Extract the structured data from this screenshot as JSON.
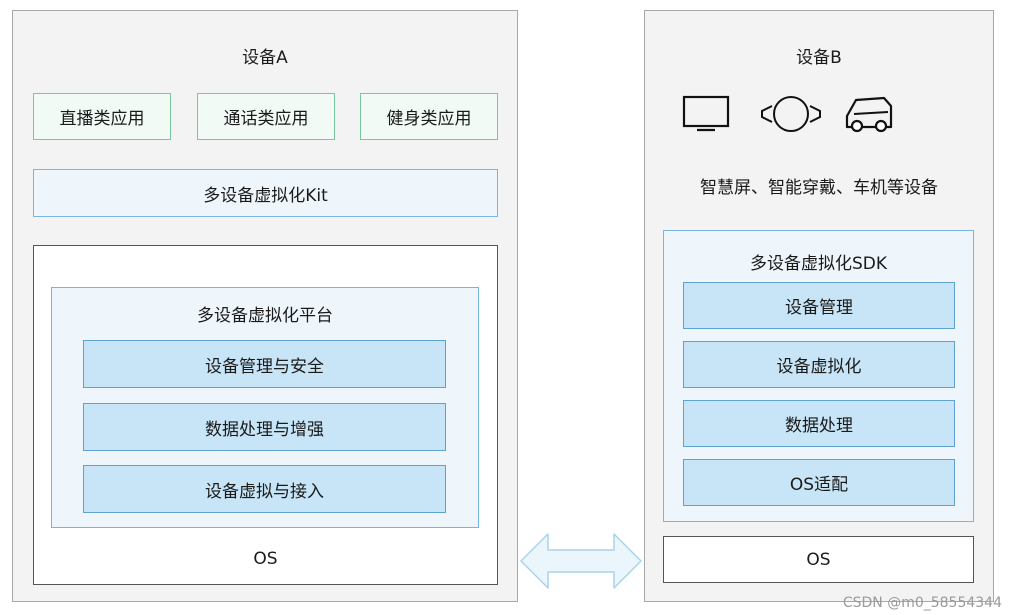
{
  "device_a": {
    "title": "设备A",
    "apps": [
      "直播类应用",
      "通话类应用",
      "健身类应用"
    ],
    "kit": "多设备虚拟化Kit",
    "platform": {
      "title": "多设备虚拟化平台",
      "items": [
        "设备管理与安全",
        "数据处理与增强",
        "设备虚拟与接入"
      ]
    },
    "os": "OS"
  },
  "device_b": {
    "title": "设备B",
    "icons": [
      "tv-icon",
      "wearable-icon",
      "car-icon"
    ],
    "devices_caption": "智慧屏、智能穿戴、车机等设备",
    "sdk": {
      "title": "多设备虚拟化SDK",
      "items": [
        "设备管理",
        "设备虚拟化",
        "数据处理",
        "OS适配"
      ]
    },
    "os": "OS"
  },
  "connector": "double-arrow-icon",
  "watermark": "CSDN @m0_58554344",
  "colors": {
    "panel_bg": "#f3f3f3",
    "green_border": "#79c79d",
    "blue_border": "#79b6dd",
    "blue_fill": "#c7e5f7",
    "arrow_fill": "#eaf6fc"
  }
}
